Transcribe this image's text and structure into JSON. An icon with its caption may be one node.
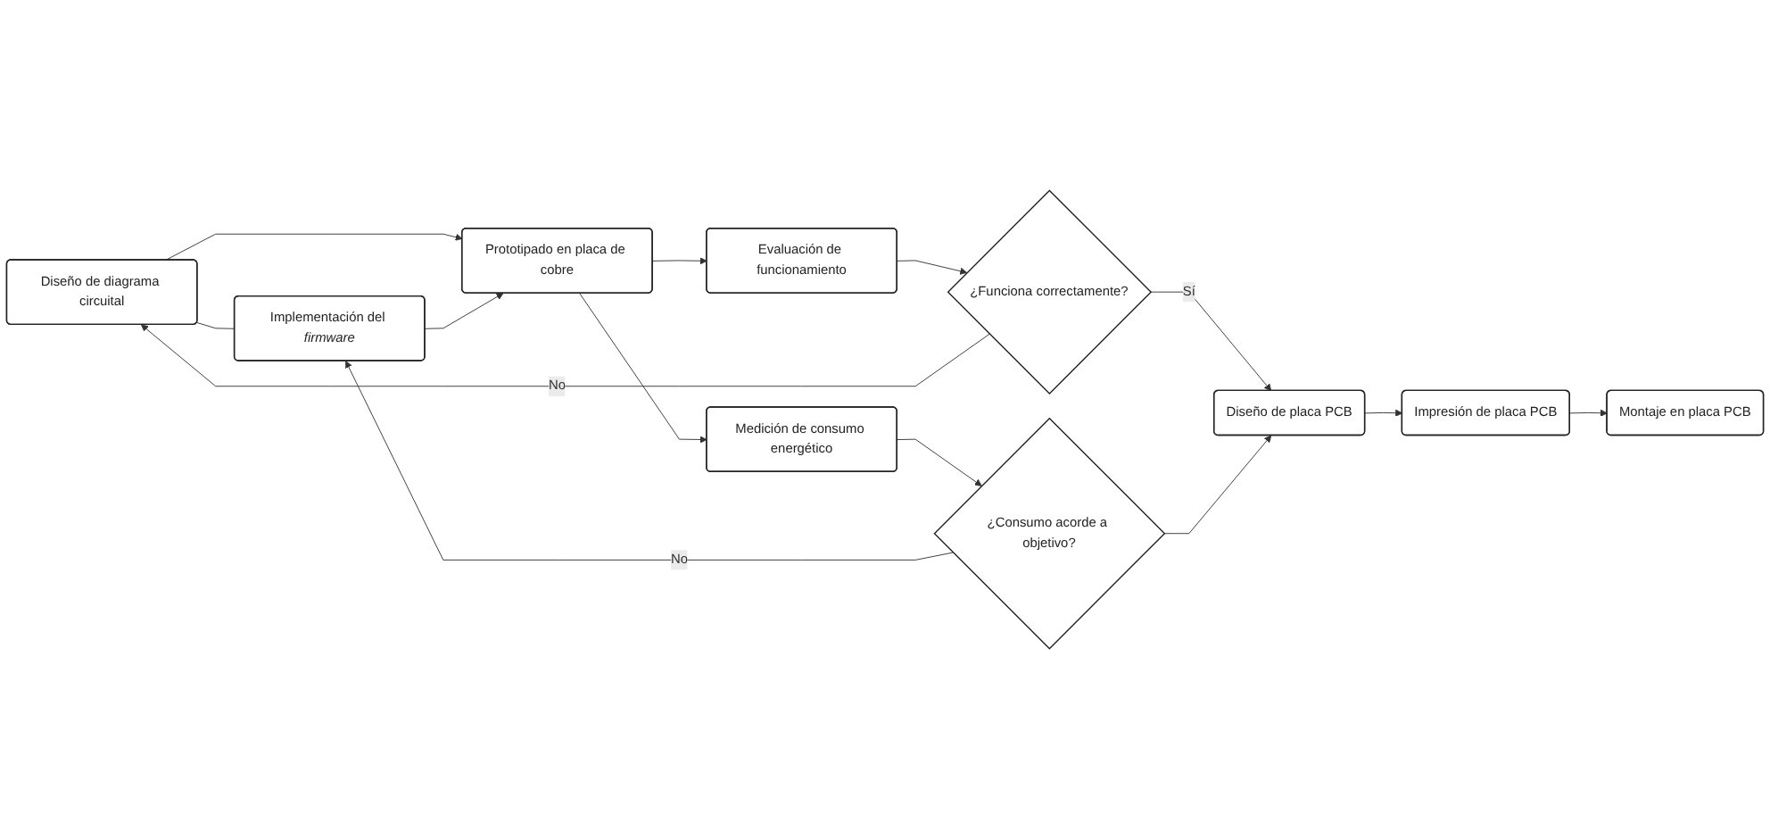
{
  "diagram": {
    "nodes": [
      {
        "text": [
          "Diseño de diagrama circuital"
        ]
      },
      {
        "text": [
          "Implementación del *firmware*"
        ]
      },
      {
        "text": [
          "Prototipado en placa de cobre"
        ]
      },
      {
        "text": [
          "Evaluación de funcionamiento"
        ]
      },
      {
        "text": [
          "Medición de consumo energético"
        ]
      },
      {
        "text": [
          "¿Funciona correctamente?"
        ]
      },
      {
        "text": [
          "¿Consumo acorde a objetivo?"
        ]
      },
      {
        "text": [
          "Diseño de placa PCB"
        ]
      },
      {
        "text": [
          "Impresión de placa PCB"
        ]
      },
      {
        "text": [
          "Montaje en placa PCB"
        ]
      }
    ],
    "edges": [
      {
        "from": 0,
        "to": 1,
        "arrow": "none"
      },
      {
        "from": 0,
        "to": 2,
        "arrow": "to"
      },
      {
        "from": 1,
        "to": 2,
        "arrow": "to"
      },
      {
        "from": 2,
        "to": 3,
        "arrow": "to"
      },
      {
        "from": 2,
        "to": 4,
        "arrow": "to"
      },
      {
        "from": 3,
        "to": 5,
        "arrow": "to"
      },
      {
        "from": 4,
        "to": 6,
        "arrow": "to"
      },
      {
        "from": 5,
        "to": 0,
        "arrow": "to",
        "label": "No"
      },
      {
        "from": 6,
        "to": 1,
        "arrow": "to",
        "label": "No"
      },
      {
        "from": 5,
        "to": 7,
        "arrow": "to",
        "label": "Sí"
      },
      {
        "from": 6,
        "to": 7,
        "arrow": "to"
      },
      {
        "from": 7,
        "to": 8,
        "arrow": "to"
      },
      {
        "from": 8,
        "to": 9,
        "arrow": "to"
      }
    ]
  }
}
